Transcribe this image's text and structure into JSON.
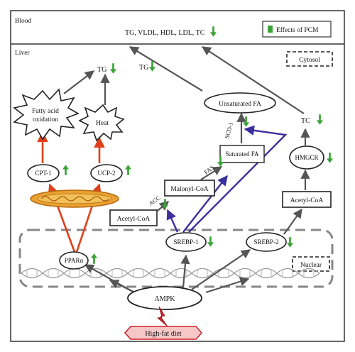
{
  "regions": {
    "blood": "Blood",
    "liver": "Liver",
    "cytosol": "Cytosol",
    "nuclear": "Nuclear"
  },
  "legend": {
    "label": "Effects of PCM",
    "color": "#3aa335"
  },
  "blood_lipids": "TG, VLDL, HDL, LDL, TC",
  "nodes": {
    "fatty_acid_oxidation_1": "Fatty acid",
    "fatty_acid_oxidation_2": "oxidation",
    "heat": "Heat",
    "tg_left": "TG",
    "tg_mid": "TG",
    "cpt1": "CPT-1",
    "ucp2": "UCP-2",
    "ppara": "PPARα",
    "unsaturated_fa": "Unsaturated FA",
    "saturated_fa": "Saturated FA",
    "malonyl_coa": "Malonyl-CoA",
    "acetyl_coa_left": "Acetyl-CoA",
    "srebp1": "SREBP-1",
    "srebp2": "SREBP-2",
    "tc": "TC",
    "hmgcr": "HMGCR",
    "acetyl_coa_right": "Acetyl-CoA",
    "ampk": "AMPK",
    "high_fat_diet": "High-fat diet"
  },
  "enzymes": {
    "acc": "ACC",
    "fas": "FAS",
    "scd1": "SCD-1"
  },
  "colors": {
    "arrow_gray": "#555555",
    "arrow_red": "#e0401b",
    "arrow_purple": "#3b2f9e",
    "down_arrow": "#3aa335",
    "high_fat_fill": "#f6c7c7",
    "high_fat_stroke": "#d2232a"
  }
}
